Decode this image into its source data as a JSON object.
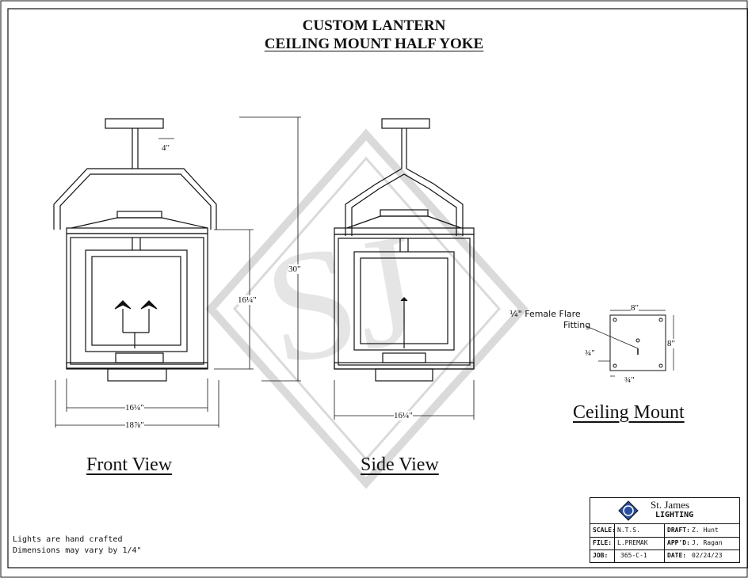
{
  "title": {
    "line1": "CUSTOM LANTERN",
    "line2": "CEILING MOUNT HALF YOKE"
  },
  "views": {
    "front": "Front View",
    "side": "Side View",
    "ceiling": "Ceiling Mount"
  },
  "dimensions": {
    "stem": "4\"",
    "overall_height": "30\"",
    "body_height": "16¼\"",
    "front_width": "16¼\"",
    "front_overall_width": "18⅞\"",
    "side_width": "16¼\"",
    "mount_width": "8\"",
    "mount_height": "8\"",
    "mount_offset_v": "¾\"",
    "mount_offset_h": "¾\""
  },
  "ceiling_mount": {
    "callout_line1": "¼\" Female Flare",
    "callout_line2": "Fitting"
  },
  "notes": {
    "line1": "Lights are hand crafted",
    "line2": "Dimensions may vary by 1/4\""
  },
  "title_block": {
    "company_line1": "St. James",
    "company_line2": "LIGHTING",
    "scale_label": "SCALE:",
    "scale_value": "N.T.S.",
    "draft_label": "DRAFT:",
    "draft_value": "Z. Hunt",
    "file_label": "FILE:",
    "file_value": "L.PREMAK",
    "appd_label": "APP'D:",
    "appd_value": "J. Ragan",
    "job_label": "JOB:",
    "job_value": "365-C-1",
    "date_label": "DATE:",
    "date_value": "02/24/23"
  },
  "colors": {
    "line": "#111111",
    "watermark": "#d9d9d9",
    "logo_blue": "#2a4fa0"
  }
}
